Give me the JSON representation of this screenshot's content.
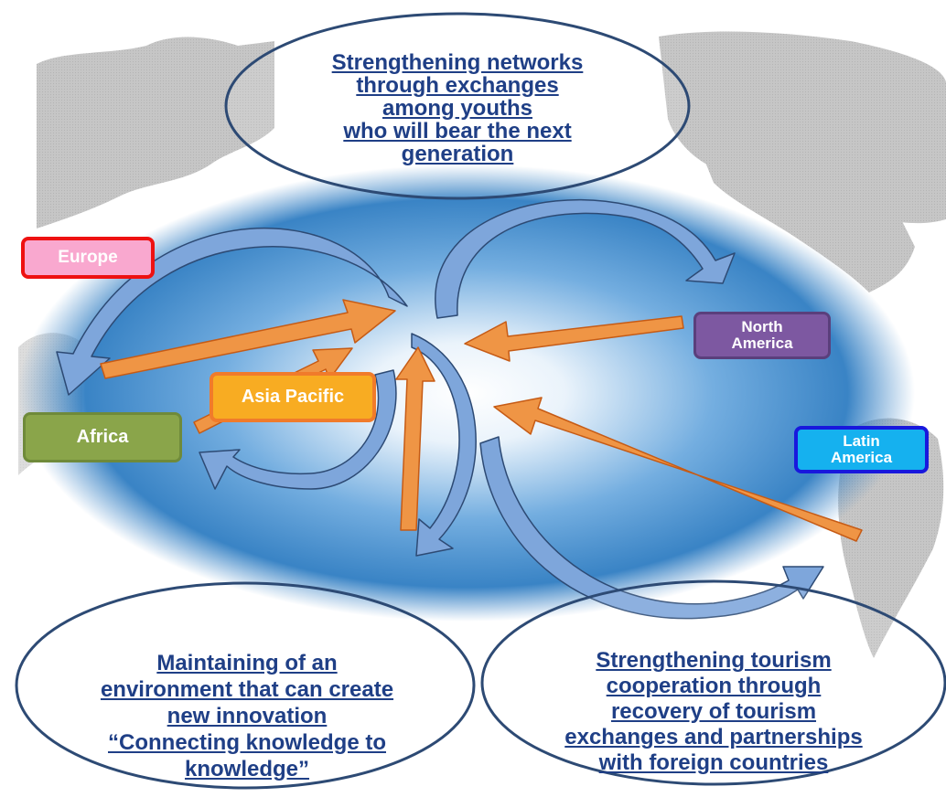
{
  "regions": {
    "europe": "Europe",
    "africa": "Africa",
    "asia_pacific": "Asia Pacific",
    "north_america": [
      "North",
      "America"
    ],
    "latin_america": [
      "Latin",
      "America"
    ]
  },
  "ovals": {
    "top": [
      "Strengthening networks",
      "through exchanges",
      "among youths",
      "who will bear the next",
      "generation"
    ],
    "bottom_left": [
      "Maintaining of an",
      "environment that can create",
      "new innovation",
      "“Connecting knowledge to",
      "knowledge”"
    ],
    "bottom_right": [
      "Strengthening tourism",
      "cooperation through",
      "recovery of tourism",
      "exchanges and partnerships",
      "with foreign countries"
    ]
  },
  "colors": {
    "europe_fill": "#f9a8cf",
    "europe_border": "#ee1111",
    "africa_fill": "#8aa54a",
    "africa_border": "#6f8a3a",
    "asia_fill": "#f8ac22",
    "asia_border": "#f07b2b",
    "na_fill": "#7d58a1",
    "na_border": "#5a3f7c",
    "la_fill": "#15b1ef",
    "la_border": "#1818dd",
    "oval_text": "#1f3f86",
    "oval_border": "#2d4a74",
    "orange_arrow": "#ef9545",
    "blue_arrow": "#7ea6db",
    "glow": "#2e7ec4",
    "map_land": "#c9c9c9"
  }
}
